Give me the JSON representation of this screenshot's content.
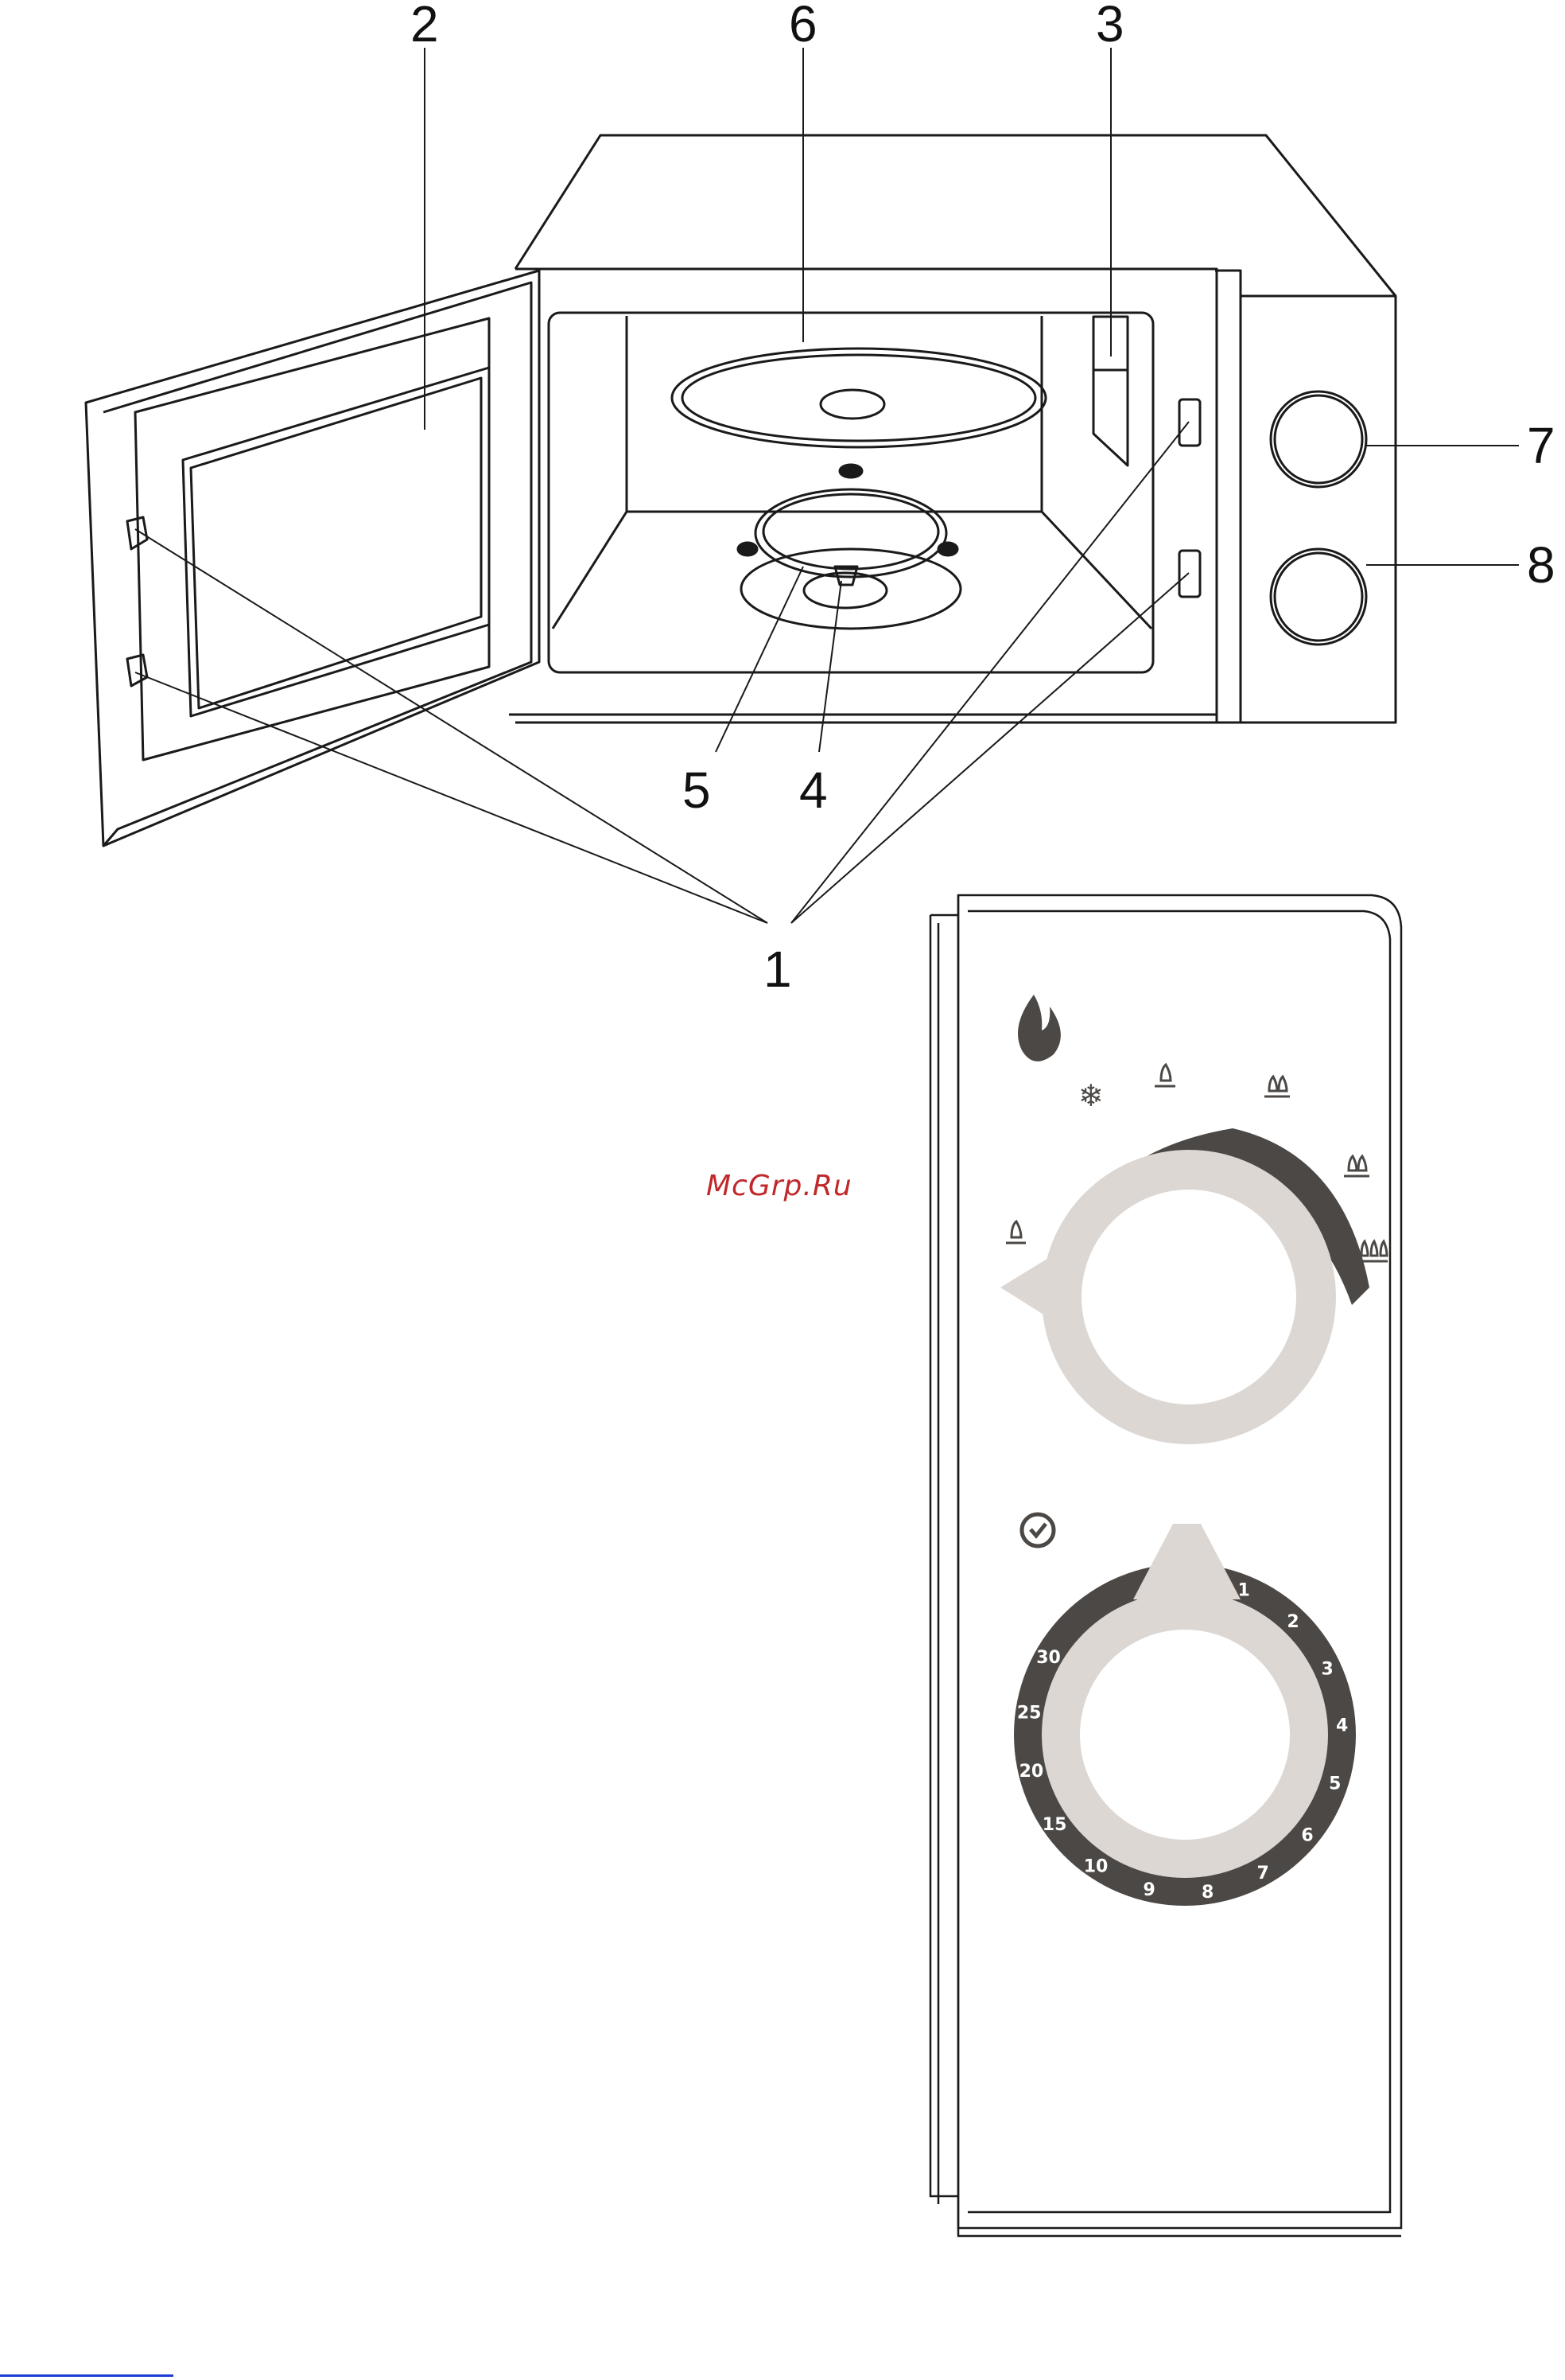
{
  "callouts": {
    "c1": "1",
    "c2": "2",
    "c3": "3",
    "c4": "4",
    "c5": "5",
    "c6": "6",
    "c7": "7",
    "c8": "8"
  },
  "timer_scale": [
    "1",
    "2",
    "3",
    "4",
    "5",
    "6",
    "7",
    "8",
    "9",
    "10",
    "15",
    "20",
    "25",
    "30"
  ],
  "icons": {
    "power_dial_header": "flame-icon",
    "timer_dial_header": "clock-icon",
    "defrost": "snowflake-icon",
    "power_levels": [
      "low-power-icon",
      "medium-low-power-icon",
      "medium-power-icon",
      "medium-high-power-icon",
      "high-power-icon"
    ]
  },
  "watermark": "McGrp.Ru",
  "colors": {
    "line": "#1a1a1a",
    "dial_ring": "#dcd7d3",
    "dial_scale": "#4c4845",
    "watermark": "#c0282a",
    "link": "#1b3cd6"
  }
}
